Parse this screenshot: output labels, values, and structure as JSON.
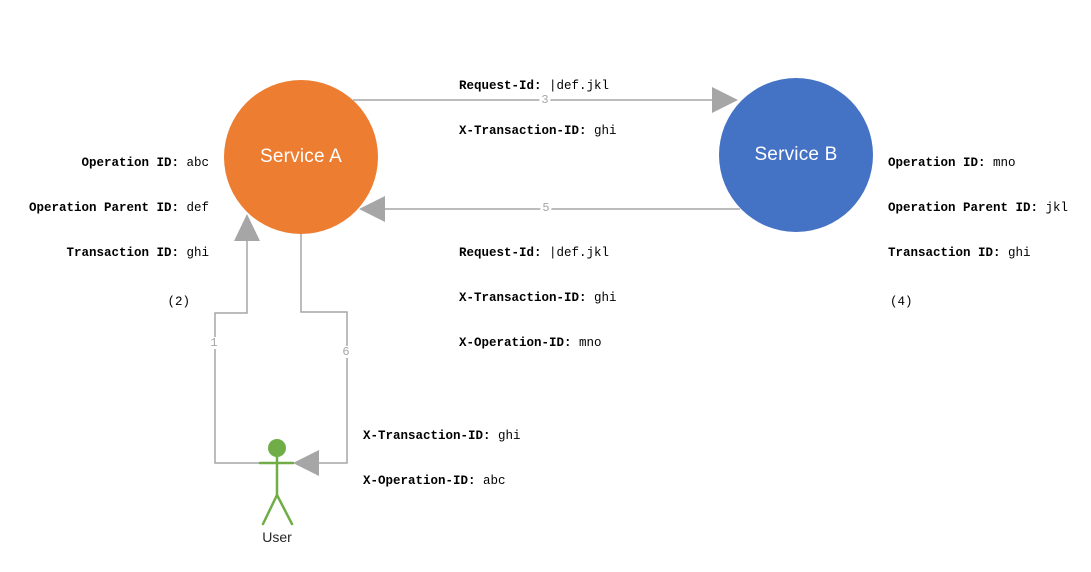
{
  "colors": {
    "service_a": "#ED7D31",
    "service_b": "#4472C4",
    "user": "#70AD47",
    "connector": "#A6A6A6",
    "text": "#000000"
  },
  "nodes": {
    "service_a": {
      "label": "Service A"
    },
    "service_b": {
      "label": "Service B"
    },
    "user": {
      "label": "User"
    }
  },
  "edges": {
    "a_to_b": {
      "number": "3",
      "headers": [
        {
          "k": "Request-Id:",
          "v": "|def.jkl"
        },
        {
          "k": "X-Transaction-ID:",
          "v": "ghi"
        }
      ]
    },
    "b_to_a": {
      "number": "5",
      "headers": [
        {
          "k": "Request-Id:",
          "v": "|def.jkl"
        },
        {
          "k": "X-Transaction-ID:",
          "v": "ghi"
        },
        {
          "k": "X-Operation-ID:",
          "v": "mno"
        }
      ]
    },
    "user_to_a": {
      "number": "1"
    },
    "a_to_user": {
      "number": "6",
      "headers": [
        {
          "k": "X-Transaction-ID:",
          "v": "ghi"
        },
        {
          "k": "X-Operation-ID:",
          "v": "abc"
        }
      ]
    }
  },
  "annotations": {
    "service_a": {
      "lines": [
        {
          "k": "Operation ID:",
          "v": "abc"
        },
        {
          "k": "Operation Parent ID:",
          "v": "def"
        },
        {
          "k": "Transaction ID:",
          "v": "ghi"
        }
      ],
      "step": "(2)"
    },
    "service_b": {
      "lines": [
        {
          "k": "Operation ID:",
          "v": "mno"
        },
        {
          "k": "Operation Parent ID:",
          "v": "jkl"
        },
        {
          "k": "Transaction ID:",
          "v": "ghi"
        }
      ],
      "step": "(4)"
    }
  }
}
